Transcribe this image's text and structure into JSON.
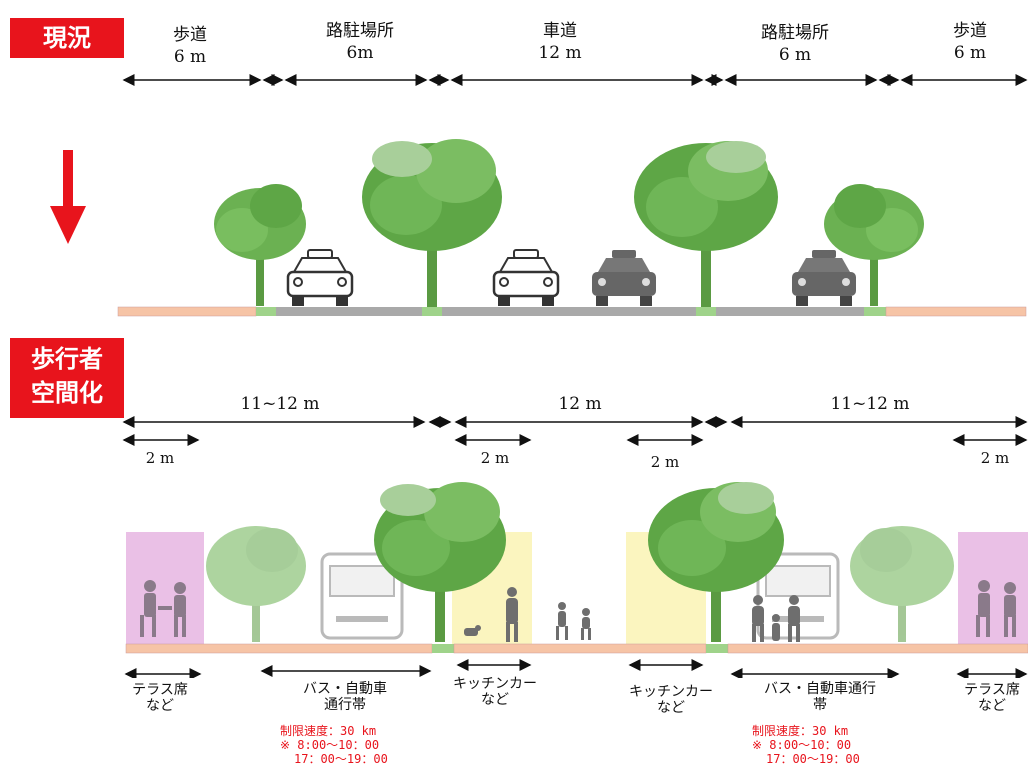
{
  "before": {
    "badge": "現況",
    "sections": [
      {
        "name": "歩道",
        "width": "6 m"
      },
      {
        "name": "路駐場所",
        "width": "6m"
      },
      {
        "name": "車道",
        "width": "12 m"
      },
      {
        "name": "路駐場所",
        "width": "6 m"
      },
      {
        "name": "歩道",
        "width": "6 m"
      }
    ]
  },
  "after": {
    "badge_line1": "歩行者",
    "badge_line2": "空間化",
    "widths": [
      "11~12 m",
      "12 m",
      "11~12 m"
    ],
    "sub_widths": [
      "2 m",
      "2 m",
      "2 m",
      "2 m"
    ],
    "labels": {
      "terrace_left_1": "テラス席",
      "terrace_left_2": "など",
      "bus_left_1": "バス・自動車",
      "bus_left_2": "通行帯",
      "kitchen_left_1": "キッチンカー",
      "kitchen_left_2": "など",
      "kitchen_right_1": "キッチンカー",
      "kitchen_right_2": "など",
      "bus_right_1": "バス・自動車通行",
      "bus_right_2": "帯",
      "terrace_right_1": "テラス席",
      "terrace_right_2": "など"
    },
    "speed_left": [
      "制限速度：30 km",
      "※ 8:00～10：00",
      "17：00～19：00"
    ],
    "speed_right": [
      "制限速度：30 km",
      "※ 8:00～10：00",
      "17：00～19：00"
    ]
  },
  "colors": {
    "badge": "#e8141c",
    "sidewalk": "#f6c4a6",
    "carriageway": "#a9a9a9",
    "tree_base": "#9fd38a",
    "terrace": "#eac0e6",
    "kitchen": "#fbf5bf",
    "tree": "#5ea646"
  }
}
